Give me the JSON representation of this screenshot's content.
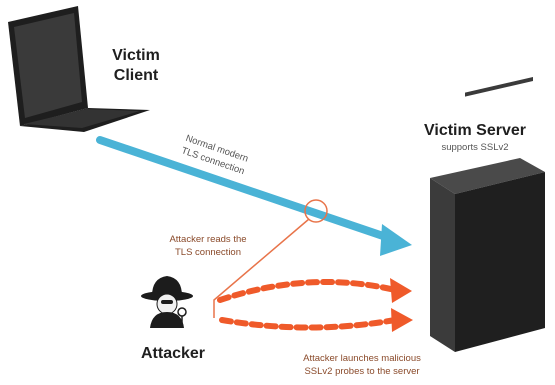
{
  "labels": {
    "victim_client_line1": "Victim",
    "victim_client_line2": "Client",
    "victim_server": "Victim Server",
    "server_note": "supports SSLv2",
    "normal_line1": "Normal modern",
    "normal_line2": "TLS connection",
    "reads_line1": "Attacker reads the",
    "reads_line2": "TLS connection",
    "attacker": "Attacker",
    "launch_line1": "Attacker launches malicious",
    "launch_line2": "SSLv2 probes to the server"
  },
  "colors": {
    "tls_arrow": "#4ab3d6",
    "probe_arrows": "#ef5a2a",
    "attacker_line": "#e8744a",
    "laptop": "#1e1e1e",
    "server": "#2a2a2a"
  },
  "icons": [
    "laptop-icon",
    "server-icon",
    "attacker-icon"
  ]
}
